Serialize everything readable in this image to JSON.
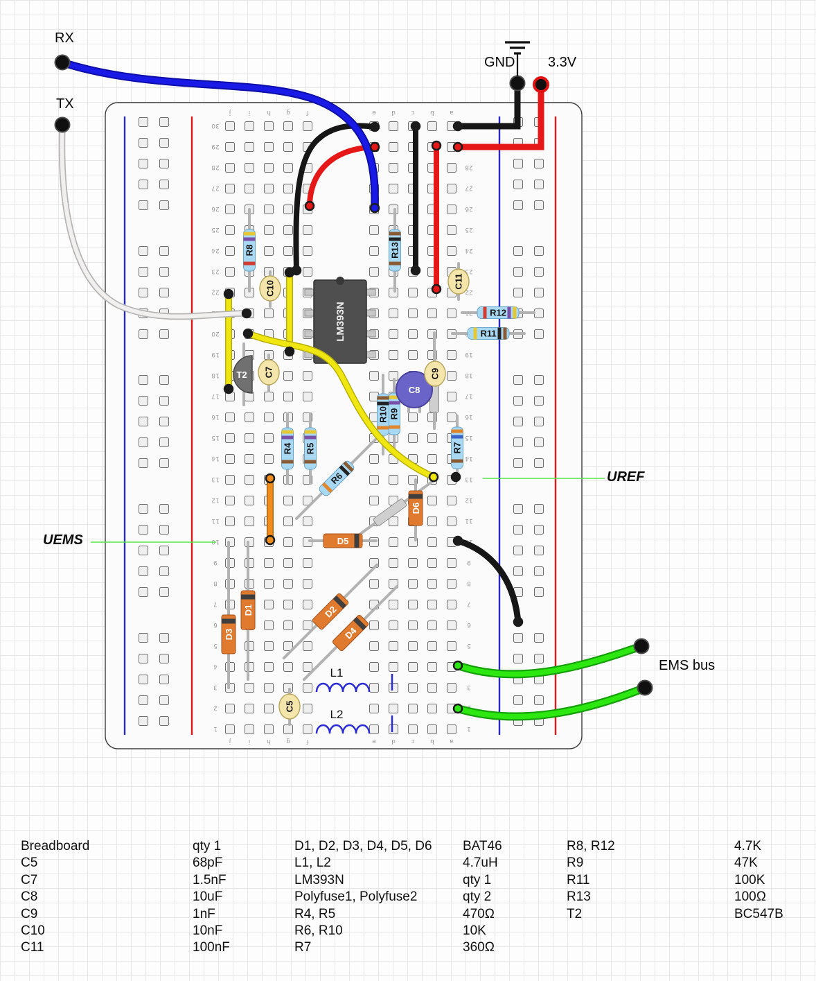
{
  "labels": {
    "rx": "RX",
    "tx": "TX",
    "gnd": "GND",
    "v33": "3.3V",
    "uems": "UEMS",
    "uref": "UREF",
    "ems_bus": "EMS bus"
  },
  "components": {
    "ic": "LM393N",
    "t2": "T2",
    "r4": "R4",
    "r5": "R5",
    "r6": "R6",
    "r7": "R7",
    "r8": "R8",
    "r9": "R9",
    "r10": "R10",
    "r11": "R11",
    "r12": "R12",
    "r13": "R13",
    "c5": "C5",
    "c7": "C7",
    "c8": "C8",
    "c9": "C9",
    "c10": "C10",
    "c11": "C11",
    "d1": "D1",
    "d2": "D2",
    "d3": "D3",
    "d4": "D4",
    "d5": "D5",
    "d6": "D6",
    "l1": "L1",
    "l2": "L2"
  },
  "breadboard": {
    "rows": 30,
    "letters": [
      "a",
      "b",
      "c",
      "d",
      "e",
      "f",
      "g",
      "h",
      "i",
      "j"
    ]
  },
  "wire_colors": {
    "rx": "#1a1ae6",
    "tx": "#f2f0ee",
    "gnd": "#161616",
    "v33": "#e61717",
    "ems_bus": "#2ce810",
    "jumper_yellow": "#f0e612",
    "jumper_orange": "#ef8c1c"
  },
  "parts_list": {
    "columns": [
      {
        "items": [
          {
            "name": "Breadboard",
            "value": "qty 1"
          },
          {
            "name": "C5",
            "value": "68pF"
          },
          {
            "name": "C7",
            "value": "1.5nF"
          },
          {
            "name": "C8",
            "value": "10uF"
          },
          {
            "name": "C9",
            "value": "1nF"
          },
          {
            "name": "C10",
            "value": "10nF"
          },
          {
            "name": "C11",
            "value": "100nF"
          }
        ]
      },
      {
        "items": [
          {
            "name": "D1, D2, D3, D4, D5, D6",
            "value": "BAT46"
          },
          {
            "name": "L1, L2",
            "value": "4.7uH"
          },
          {
            "name": "LM393N",
            "value": "qty 1"
          },
          {
            "name": "Polyfuse1, Polyfuse2",
            "value": "qty 2"
          },
          {
            "name": "R4, R5",
            "value": "470Ω"
          },
          {
            "name": "R6, R10",
            "value": "10K"
          },
          {
            "name": "R7",
            "value": "360Ω"
          }
        ]
      },
      {
        "items": [
          {
            "name": "R8, R12",
            "value": "4.7K"
          },
          {
            "name": "R9",
            "value": "47K"
          },
          {
            "name": "R11",
            "value": "100K"
          },
          {
            "name": "R13",
            "value": "100Ω"
          },
          {
            "name": "T2",
            "value": "BC547B"
          }
        ]
      }
    ]
  }
}
